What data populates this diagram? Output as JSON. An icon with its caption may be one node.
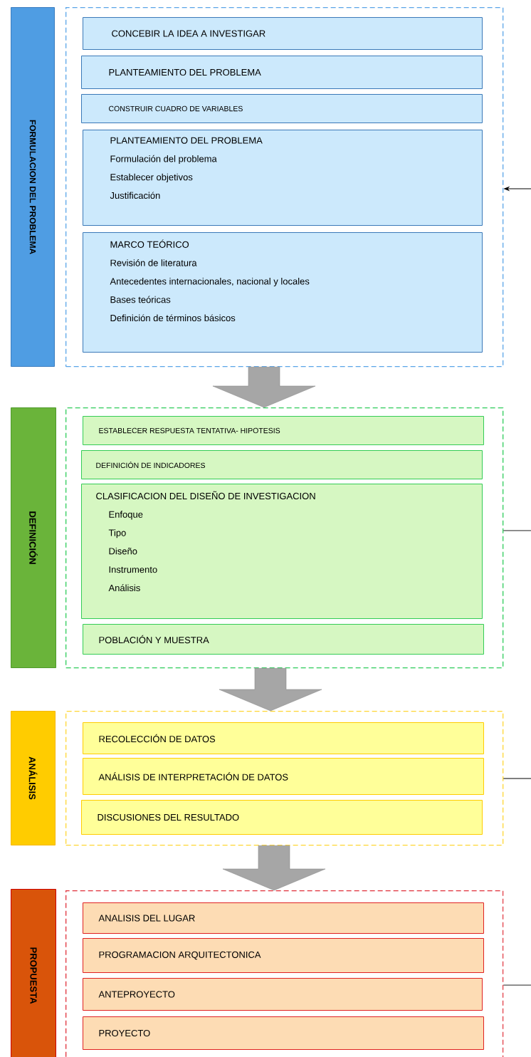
{
  "diagram": {
    "nodes": [
      {
        "text": [
          "FORMULACION DEL PROBLEMA"
        ]
      },
      {
        "text": [],
        "shape": "box"
      },
      {
        "text": [
          "CONCEBIR LA IDEA A INVESTIGAR"
        ],
        "in": 1
      },
      {
        "text": [
          "PLANTEAMIENTO DEL PROBLEMA"
        ],
        "in": 1
      },
      {
        "text": [
          "CONSTRUIR CUADRO DE VARIABLES"
        ],
        "in": 1
      },
      {
        "text": [
          "PLANTEAMIENTO DEL PROBLEMA",
          "Formulación del problema",
          "Establecer objetivos",
          "Justificación"
        ],
        "in": 1
      },
      {
        "text": [
          "MARCO TEÓRICO",
          "Revisión de literatura",
          "Antecedentes internacionales, nacional y locales",
          "Bases teóricas",
          "Definición de términos básicos"
        ],
        "in": 1
      },
      {
        "text": [
          "DEFINICIÓN"
        ]
      },
      {
        "text": [],
        "shape": "box"
      },
      {
        "text": [
          "ESTABLECER RESPUESTA TENTATIVA- HIPOTESIS"
        ],
        "in": 8
      },
      {
        "text": [
          "DEFINICIÓN DE INDICADORES"
        ],
        "in": 8
      },
      {
        "text": [
          "CLASIFICACION DEL DISEÑO DE INVESTIGACION",
          "Enfoque",
          "Tipo",
          "Diseño",
          "Instrumento",
          "Análisis"
        ],
        "in": 8
      },
      {
        "text": [
          "POBLACIÓN Y MUESTRA"
        ],
        "in": 8
      },
      {
        "text": [
          "ANÁLISIS"
        ]
      },
      {
        "text": [],
        "shape": "box"
      },
      {
        "text": [
          "RECOLECCIÓN DE DATOS"
        ],
        "in": 14
      },
      {
        "text": [
          "ANÁLISIS DE INTERPRETACIÓN DE DATOS"
        ],
        "in": 14
      },
      {
        "text": [
          "DISCUSIONES DEL RESULTADO"
        ],
        "in": 14
      },
      {
        "text": [
          "PROPUESTA"
        ]
      },
      {
        "text": [],
        "shape": "box"
      },
      {
        "text": [
          "ANALISIS DEL LUGAR"
        ],
        "in": 19
      },
      {
        "text": [
          "PROGRAMACION ARQUITECTONICA"
        ],
        "in": 19
      },
      {
        "text": [
          "ANTEPROYECTO"
        ],
        "in": 19
      },
      {
        "text": [
          "PROYECTO"
        ],
        "in": 19
      }
    ],
    "edges": [
      {
        "from": 1,
        "to": 8,
        "arrow": "to",
        "style": "thick",
        "color": "#a6a6a6"
      },
      {
        "from": 8,
        "to": 14,
        "arrow": "to",
        "style": "thick",
        "color": "#a6a6a6"
      },
      {
        "from": 14,
        "to": 19,
        "arrow": "to",
        "style": "thick",
        "color": "#a6a6a6"
      },
      {
        "from": null,
        "to": 1,
        "arrow": "to"
      },
      {
        "from": 8,
        "to": null,
        "arrow": "none"
      },
      {
        "from": 14,
        "to": null,
        "arrow": "none"
      },
      {
        "from": 19,
        "to": null,
        "arrow": "none"
      }
    ]
  }
}
